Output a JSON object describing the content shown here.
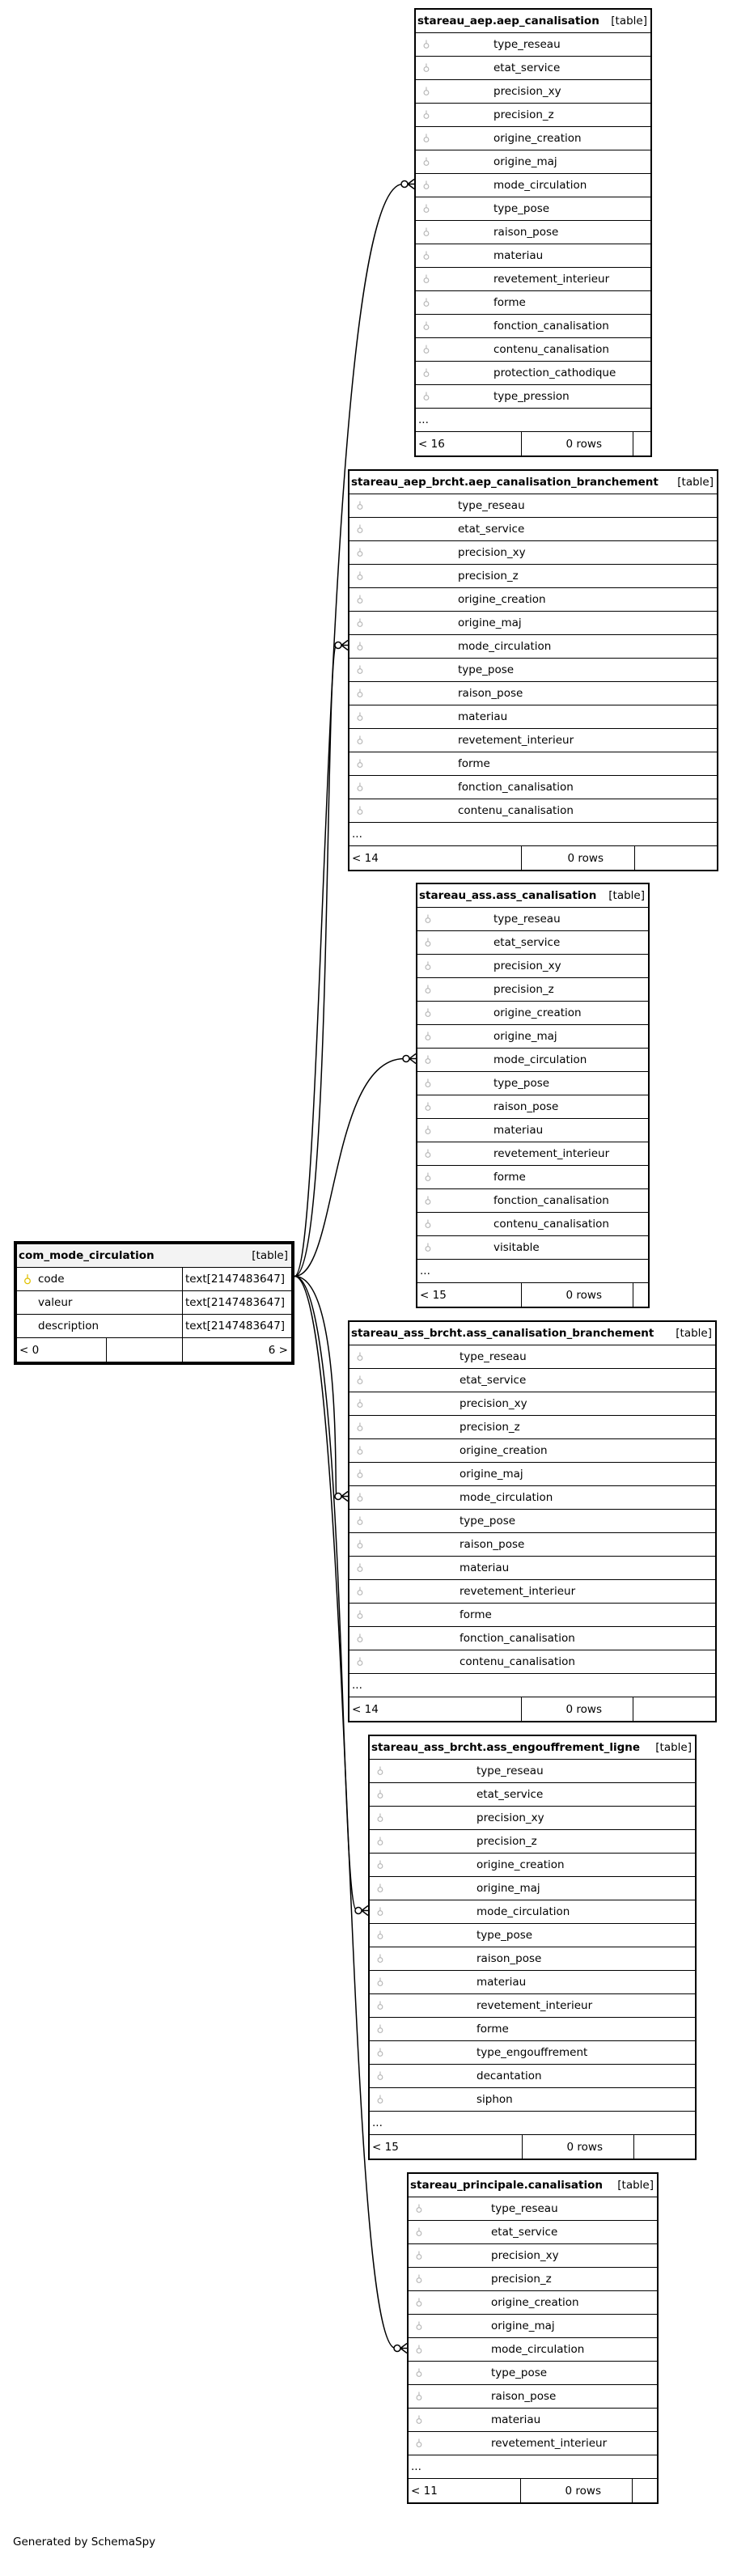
{
  "related_tables": [
    {
      "name": "stareau_aep.aep_canalisation",
      "type_tag": "[table]",
      "columns": [
        "type_reseau",
        "etat_service",
        "precision_xy",
        "precision_z",
        "origine_creation",
        "origine_maj",
        "mode_circulation",
        "type_pose",
        "raison_pose",
        "materiau",
        "revetement_interieur",
        "forme",
        "fonction_canalisation",
        "contenu_canalisation",
        "protection_cathodique",
        "type_pression"
      ],
      "ellipsis": "...",
      "footer_left": "< 16",
      "footer_right": "0 rows"
    },
    {
      "name": "stareau_aep_brcht.aep_canalisation_branchement",
      "type_tag": "[table]",
      "columns": [
        "type_reseau",
        "etat_service",
        "precision_xy",
        "precision_z",
        "origine_creation",
        "origine_maj",
        "mode_circulation",
        "type_pose",
        "raison_pose",
        "materiau",
        "revetement_interieur",
        "forme",
        "fonction_canalisation",
        "contenu_canalisation"
      ],
      "ellipsis": "...",
      "footer_left": "< 14",
      "footer_right": "0 rows"
    },
    {
      "name": "stareau_ass.ass_canalisation",
      "type_tag": "[table]",
      "columns": [
        "type_reseau",
        "etat_service",
        "precision_xy",
        "precision_z",
        "origine_creation",
        "origine_maj",
        "mode_circulation",
        "type_pose",
        "raison_pose",
        "materiau",
        "revetement_interieur",
        "forme",
        "fonction_canalisation",
        "contenu_canalisation",
        "visitable"
      ],
      "ellipsis": "...",
      "footer_left": "< 15",
      "footer_right": "0 rows"
    },
    {
      "name": "stareau_ass_brcht.ass_canalisation_branchement",
      "type_tag": "[table]",
      "columns": [
        "type_reseau",
        "etat_service",
        "precision_xy",
        "precision_z",
        "origine_creation",
        "origine_maj",
        "mode_circulation",
        "type_pose",
        "raison_pose",
        "materiau",
        "revetement_interieur",
        "forme",
        "fonction_canalisation",
        "contenu_canalisation"
      ],
      "ellipsis": "...",
      "footer_left": "< 14",
      "footer_right": "0 rows"
    },
    {
      "name": "stareau_ass_brcht.ass_engouffrement_ligne",
      "type_tag": "[table]",
      "columns": [
        "type_reseau",
        "etat_service",
        "precision_xy",
        "precision_z",
        "origine_creation",
        "origine_maj",
        "mode_circulation",
        "type_pose",
        "raison_pose",
        "materiau",
        "revetement_interieur",
        "forme",
        "type_engouffrement",
        "decantation",
        "siphon"
      ],
      "ellipsis": "...",
      "footer_left": "< 15",
      "footer_right": "0 rows"
    },
    {
      "name": "stareau_principale.canalisation",
      "type_tag": "[table]",
      "columns": [
        "type_reseau",
        "etat_service",
        "precision_xy",
        "precision_z",
        "origine_creation",
        "origine_maj",
        "mode_circulation",
        "type_pose",
        "raison_pose",
        "materiau",
        "revetement_interieur"
      ],
      "ellipsis": "...",
      "footer_left": "< 11",
      "footer_right": "0 rows"
    }
  ],
  "focus_table": {
    "name": "com_mode_circulation",
    "type_tag": "[table]",
    "columns": [
      {
        "name": "code",
        "type": "text[2147483647]",
        "pk": true
      },
      {
        "name": "valeur",
        "type": "text[2147483647]",
        "pk": false
      },
      {
        "name": "description",
        "type": "text[2147483647]",
        "pk": false
      }
    ],
    "footer_left": "< 0",
    "footer_right": "6 >"
  },
  "icons": {
    "fk_icon": "key-icon",
    "pk_icon": "primary-key-icon"
  },
  "colors": {
    "pk_key": "#e0c000",
    "fk_key": "#b3b3b3",
    "header_bg": "#f3f3f3"
  },
  "footer_text": "Generated by SchemaSpy"
}
